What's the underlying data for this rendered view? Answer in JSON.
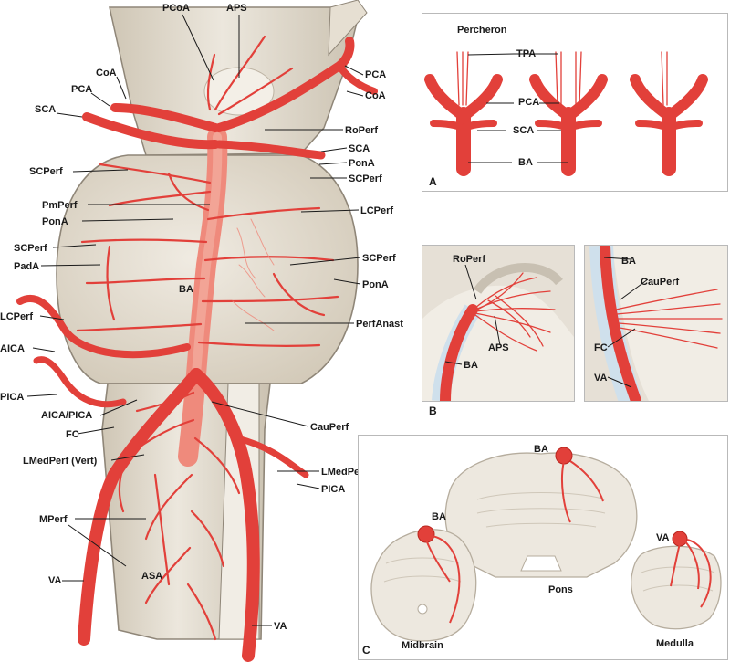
{
  "colors": {
    "artery": "#e2403a",
    "artery_dark": "#b8261f",
    "artery_light": "#ef8a7c",
    "brainstem": "#e8e2d6",
    "brainstem_shade": "#d6cdbd",
    "panel_border": "#b9b9b9",
    "outline": "#8f8678",
    "leader": "#1a1a1a"
  },
  "icons": [
    "brainstem-illustration",
    "artery-branch-diagram",
    "cross-section-diagram"
  ],
  "main_labels": {
    "pcoa_top": "PCoA",
    "aps_top": "APS",
    "coa_left": "CoA",
    "pca_left": "PCA",
    "sca_left": "SCA",
    "pca_right": "PCA",
    "coa_right": "CoA",
    "roperf": "RoPerf",
    "sca_right": "SCA",
    "pona_right1": "PonA",
    "scperf_right1": "SCPerf",
    "lcperf_right": "LCPerf",
    "scperf_left1": "SCPerf",
    "pmperf": "PmPerf",
    "pona_left": "PonA",
    "scperf_left2": "SCPerf",
    "pada": "PadA",
    "scperf_right2": "SCPerf",
    "pona_right2": "PonA",
    "ba": "BA",
    "lcperf_left": "LCPerf",
    "perfanast": "PerfAnast",
    "aica": "AICA",
    "pica_left": "PICA",
    "aica_pica": "AICA/PICA",
    "cauperf": "CauPerf",
    "fc": "FC",
    "lmedperf_vert": "LMedPerf (Vert)",
    "lmedperf_pica": "LMedPerf (Pica)",
    "pica_right": "PICA",
    "mperf": "MPerf",
    "asa": "ASA",
    "va_left": "VA",
    "va_right": "VA"
  },
  "panel_a": {
    "letter": "A",
    "title": "Percheron",
    "tpa": "TPA",
    "pca": "PCA",
    "sca": "SCA",
    "ba": "BA"
  },
  "panel_b": {
    "letter": "B",
    "roperf": "RoPerf",
    "aps": "APS",
    "ba_left": "BA",
    "ba_right": "BA",
    "cauperf": "CauPerf",
    "fc": "FC",
    "va": "VA"
  },
  "panel_c": {
    "letter": "C",
    "ba_pons": "BA",
    "ba_midbrain": "BA",
    "va_medulla": "VA",
    "pons": "Pons",
    "midbrain": "Midbrain",
    "medulla": "Medulla"
  }
}
